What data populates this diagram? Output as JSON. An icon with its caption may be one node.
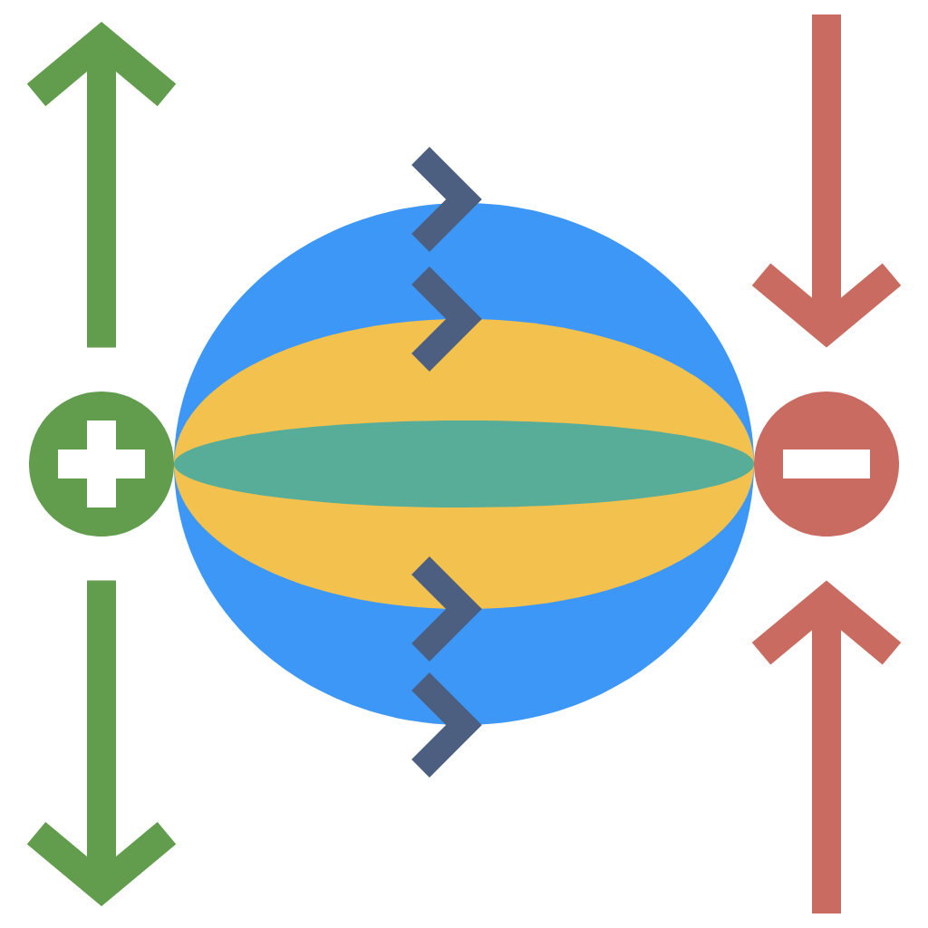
{
  "diagram": {
    "nodes": [
      {
        "text": [],
        "shape": "circle"
      },
      {
        "text": [],
        "shape": "circle"
      }
    ],
    "edges": [
      {
        "from": 0,
        "to": null,
        "arrow": "to",
        "color": "#629d4d"
      },
      {
        "from": 0,
        "to": null,
        "arrow": "to",
        "color": "#629d4d"
      },
      {
        "from": null,
        "to": 1,
        "arrow": "to",
        "color": "#c96b60"
      },
      {
        "from": null,
        "to": 1,
        "arrow": "to",
        "color": "#c96b60"
      }
    ]
  }
}
